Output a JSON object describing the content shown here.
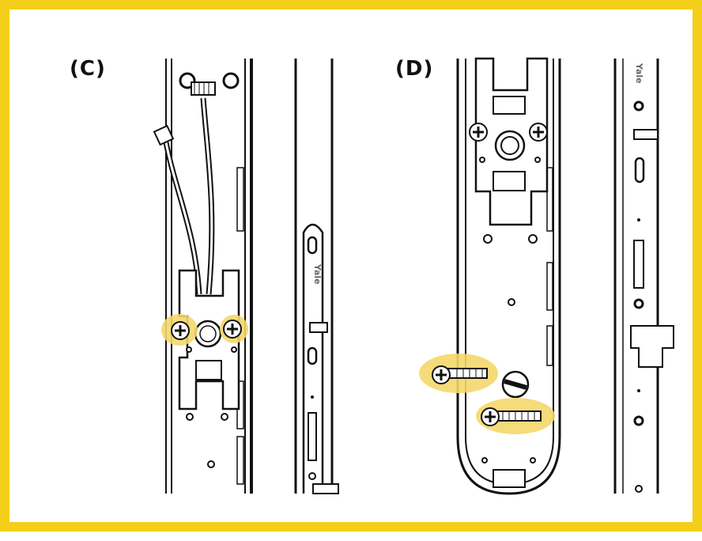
{
  "figure": {
    "panel_c_label": "(C)",
    "panel_d_label": "(D)",
    "brand_text": "Yale",
    "frame_color": "#f4cf1a",
    "highlight_color": "#f4d76a"
  }
}
